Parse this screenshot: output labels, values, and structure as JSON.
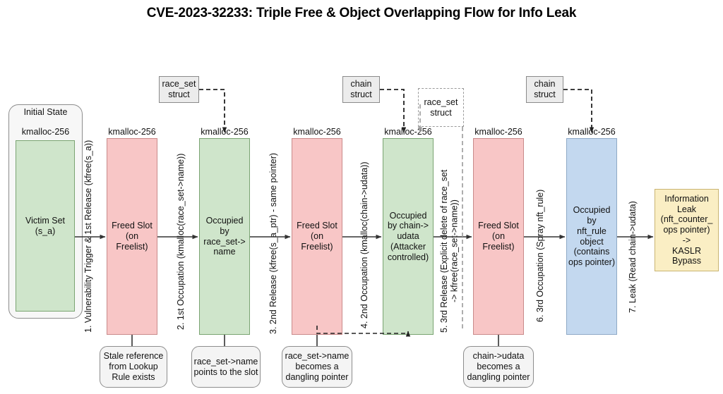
{
  "title": "CVE-2023-32233: Triple Free & Object Overlapping Flow for Info Leak",
  "colors": {
    "green": "#cfe5cb",
    "red": "#f8c6c6",
    "blue": "#c3d8ef",
    "yellow": "#faeec4",
    "group_bg": "#f7f7f7",
    "struct_bg": "#ececec",
    "note_bg": "#f4f4f4"
  },
  "initial_group": {
    "title": "Initial State",
    "cap": "kmalloc-256",
    "block": "Victim Set\n(s_a)"
  },
  "blocks": [
    {
      "cap": "kmalloc-256",
      "text": "Freed Slot\n(on Freelist)",
      "color": "red"
    },
    {
      "cap": "kmalloc-256",
      "text": "Occupied by\nrace_set->\nname",
      "color": "green"
    },
    {
      "cap": "kmalloc-256",
      "text": "Freed Slot\n(on Freelist)",
      "color": "red"
    },
    {
      "cap": "kmalloc-256",
      "text": "Occupied\nby chain->\nudata\n(Attacker\ncontrolled)",
      "color": "green"
    },
    {
      "cap": "kmalloc-256",
      "text": "Freed Slot\n(on Freelist)",
      "color": "red"
    },
    {
      "cap": "kmalloc-256",
      "text": "Occupied by\nnft_rule\nobject\n(contains\nops pointer)",
      "color": "blue"
    }
  ],
  "final_block": {
    "text": "Information\nLeak\n(nft_counter_\nops pointer)\n->\nKASLR Bypass",
    "color": "yellow"
  },
  "step_labels": [
    "1. Vulnerability Trigger & 1st Release (kfree(s_a))",
    "2. 1st Occupation (kmalloc(race_set->name))",
    "3. 2nd Release (kfree(s_a_ptr) - same pointer)",
    "4. 2nd Occupation (kmalloc(chain->udata))",
    "5. 3rd Release (Explicit delete of race_set\n-> kfree(race_set->name))",
    "6. 3rd Occupation (Spray nft_rule)",
    "7. Leak (Read chain->udata)"
  ],
  "structs": [
    {
      "text": "race_set\nstruct",
      "style": "solid"
    },
    {
      "text": "chain\nstruct",
      "style": "solid"
    },
    {
      "text": "race_set\nstruct",
      "style": "dashed"
    },
    {
      "text": "chain\nstruct",
      "style": "solid"
    }
  ],
  "notes": [
    "Stale reference\nfrom Lookup\nRule exists",
    "race_set->name\npoints to the slot",
    "race_set->name\nbecomes a\ndangling pointer",
    "chain->udata\nbecomes a\ndangling pointer"
  ]
}
